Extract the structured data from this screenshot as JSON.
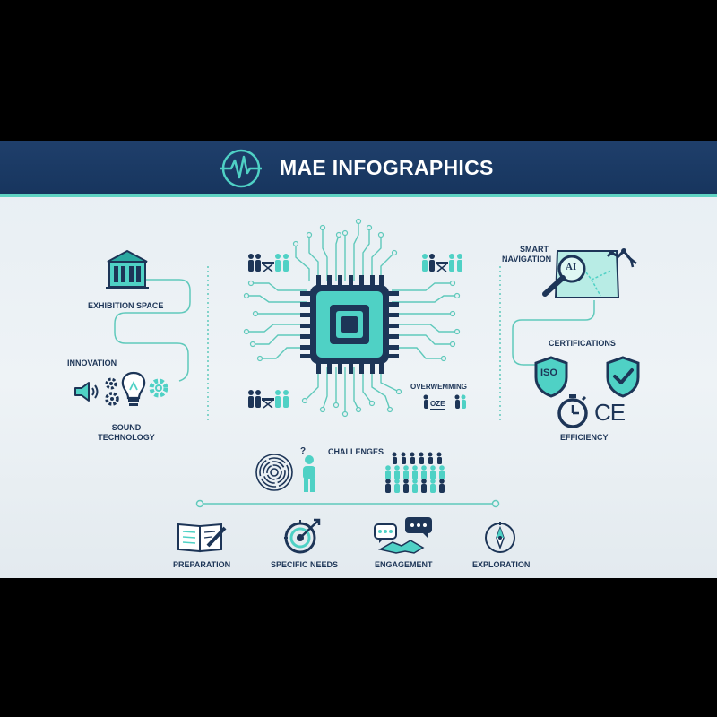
{
  "header": {
    "title": "MAE INFOGRAPHICS",
    "logo_icon": "pulse-wave-icon"
  },
  "left_panel": {
    "exhibition_space": "EXHIBITION SPACE",
    "innovation": "INNOVATION",
    "sound_technology_line1": "SOUND",
    "sound_technology_line2": "TECHNOLOGY"
  },
  "center": {
    "chip_icon": "microchip-icon",
    "overwhelming": "OVERWEMMING",
    "overwhelming_sub": "OZE",
    "challenges": "CHALLENGES"
  },
  "right_panel": {
    "smart_navigation_line1": "SMART",
    "smart_navigation_line2": "NAVIGATION",
    "ai_badge": "AI",
    "certifications": "CERTIFICATIONS",
    "iso_badge": "ISO",
    "ce_mark": "CE",
    "efficiency": "EFFICIENCY"
  },
  "bottom": {
    "preparation": "PREPARATION",
    "specific_needs": "SPECIFIC NEEDS",
    "engagement": "ENGAGEMENT",
    "exploration": "EXPLORATION"
  },
  "colors": {
    "navy": "#1d3557",
    "teal": "#4fd1c5",
    "header": "#1f3f6b",
    "background": "#eaf0f4"
  }
}
